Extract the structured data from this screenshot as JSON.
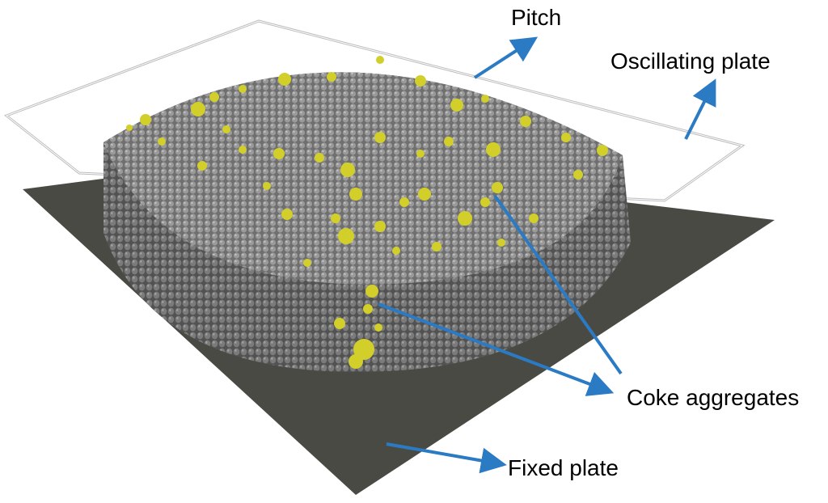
{
  "labels": {
    "pitch": "Pitch",
    "oscillating_plate": "Oscillating plate",
    "coke_aggregates": "Coke aggregates",
    "fixed_plate": "Fixed plate"
  },
  "colors": {
    "background": "#ffffff",
    "fixed_plate": "#4a4a45",
    "pitch_particles": "#8a8a8a",
    "coke_aggregates": "#d2cf2a",
    "arrows": "#2b7bc4",
    "oscillating_plate_outline": "#bdbdbd"
  }
}
